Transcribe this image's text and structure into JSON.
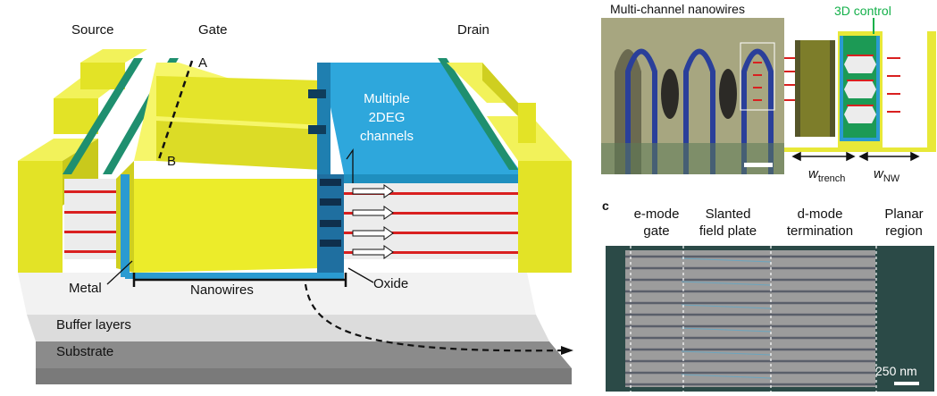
{
  "panel_a": {
    "labels": {
      "source": "Source",
      "gate": "Gate",
      "drain": "Drain",
      "point_a": "A",
      "point_b": "B",
      "channels_line1": "Multiple",
      "channels_line2": "2DEG",
      "channels_line3": "channels",
      "metal": "Metal",
      "nanowires": "Nanowires",
      "oxide": "Oxide",
      "buffer": "Buffer layers",
      "substrate": "Substrate"
    },
    "colors": {
      "gate_yellow": "#ecec2a",
      "oxide_blue": "#2a9bd1",
      "channel_red": "#d92020",
      "metal_teal": "#1f8f6f"
    }
  },
  "panel_b": {
    "title": "Multi-channel  nanowires",
    "control_label": "3D control",
    "w_trench_main": "w",
    "w_trench_sub": "trench",
    "w_nw_main": "w",
    "w_nw_sub": "NW"
  },
  "panel_c": {
    "letter": "c",
    "columns": [
      {
        "line1": "e-mode",
        "line2": "gate"
      },
      {
        "line1": "Slanted",
        "line2": "field plate"
      },
      {
        "line1": "d-mode",
        "line2": "termination"
      },
      {
        "line1": "Planar",
        "line2": "region"
      }
    ],
    "scale_bar": "250 nm"
  }
}
